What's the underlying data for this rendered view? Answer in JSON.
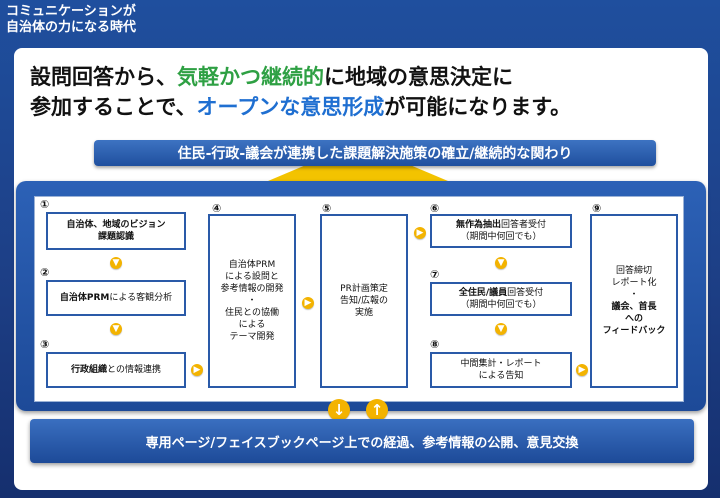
{
  "header": {
    "line1": "コミュニケーションが",
    "line2": "自治体の力になる時代"
  },
  "headline": {
    "line1_pre": "設問回答から、",
    "line1_green": "気軽かつ継続的",
    "line1_post": "に地域の意思決定に",
    "line2_pre": "参加することで、",
    "line2_blue": "オープンな意思形成",
    "line2_post": "が可能になります。"
  },
  "banner": "住民-行政-議会が連携した課題解決施策の確立/継続的な関わり",
  "steps": {
    "s1": {
      "num": "①",
      "line1": "自治体、地域のビジョン",
      "line2": "課題認識"
    },
    "s2": {
      "num": "②",
      "bold": "自治体PRM",
      "rest": "による客観分析"
    },
    "s3": {
      "num": "③",
      "bold": "行政組織",
      "rest": "との情報連携"
    },
    "s4": {
      "num": "④",
      "l1": "自治体PRM",
      "l2": "による設問と",
      "l3": "参考情報の開発",
      "l4": "・",
      "l5": "住民との協働",
      "l6": "による",
      "l7": "テーマ開発"
    },
    "s5": {
      "num": "⑤",
      "l1": "PR計画策定",
      "l2": "告知/広報の",
      "l3": "実施"
    },
    "s6": {
      "num": "⑥",
      "bold": "無作為抽出",
      "rest": "回答者受付",
      "line2": "（期間中何回でも）"
    },
    "s7": {
      "num": "⑦",
      "bold": "全住民/議員",
      "rest": "回答受付",
      "line2": "（期間中何回でも）"
    },
    "s8": {
      "num": "⑧",
      "line1": "中間集計・レポート",
      "line2": "による告知"
    },
    "s9": {
      "num": "⑨",
      "l1": "回答締切",
      "l2": "レポート化",
      "l3": "・",
      "l4": "議会、首長",
      "l5": "への",
      "l6": "フィードバック"
    }
  },
  "bottom_bar": "専用ページ/フェイスブックページ上での経過、参考情報の公開、意見交換",
  "colors": {
    "brand_blue": "#1f4f9e",
    "accent_green": "#2ea043",
    "accent_blue": "#1f6fd1",
    "arrow_yellow": "#f3b300"
  },
  "icons": {
    "down": "▼",
    "right": "▶",
    "big_down": "↓",
    "big_up": "↑"
  }
}
